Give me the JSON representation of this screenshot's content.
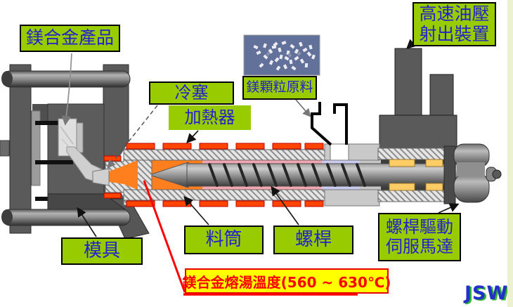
{
  "labels": {
    "product": "鎂合金產品",
    "hydraulic_line1": "高速油壓",
    "hydraulic_line2": "射出裝置",
    "cold_plug": "冷塞",
    "heater": "加熱器",
    "pellets": "鎂顆粒原料",
    "mold": "模具",
    "barrel": "料筒",
    "screw": "螺桿",
    "motor_line1": "螺桿驅動",
    "motor_line2": "伺服馬達",
    "temperature": "鎂合金熔湯溫度(560 ~ 630℃)",
    "logo": "JSW"
  },
  "colors": {
    "label_bg": "#99CC00",
    "label_text": "#2222CC",
    "heater_band": "#FF4400",
    "melt_orange": "#FF7F1F",
    "temp_box_bg": "#FFFF00",
    "temp_text": "#FF0000",
    "logo_blue": "#2230C8",
    "logo_green_shadow": "#2FB52F"
  }
}
